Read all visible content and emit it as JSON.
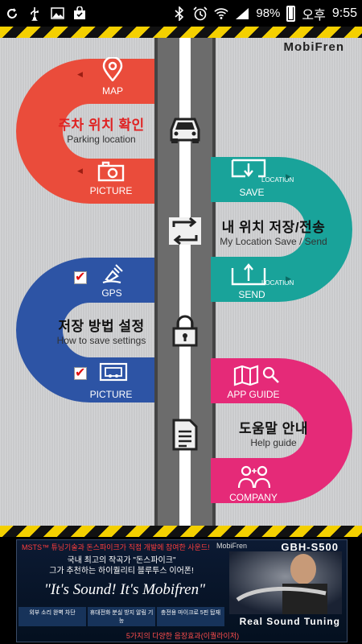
{
  "status_bar": {
    "battery": "98%",
    "ampm": "오후",
    "time": "9:55"
  },
  "brand": {
    "logo": "MobiFren"
  },
  "menu": {
    "parking": {
      "top_label": "MAP",
      "title_kr": "주차 위치 확인",
      "title_en": "Parking location",
      "bottom_label": "PICTURE",
      "color": "#ea4c3b"
    },
    "location": {
      "top_label": "SAVE",
      "top_sub": "LOCATION",
      "title_kr": "내 위치 저장/전송",
      "title_en": "My Location Save / Send",
      "bottom_label": "SEND",
      "bottom_sub": "LOCATION",
      "color": "#19a39a"
    },
    "save_method": {
      "top_label": "GPS",
      "title_kr": "저장 방법 설정",
      "title_en": "How to save settings",
      "bottom_label": "PICTURE",
      "color": "#2d54a5"
    },
    "help": {
      "top_label": "APP GUIDE",
      "title_kr": "도움말 안내",
      "title_en": "Help guide",
      "bottom_label": "COMPANY",
      "color": "#e52a78"
    }
  },
  "banner": {
    "top_text": "MSTS™ 튜닝기술과 돈스파이크가 직접 개발에 참여한 사운드!",
    "brand": "MobiFren",
    "model": "GBH-S500",
    "copy_line1": "국내 최고의 작곡가 \"돈스파이크\"",
    "copy_line2": "그가 추천하는 하이퀄리티 블루투스 이어폰!",
    "slogan": "\"It's Sound! It's Mobifren\"",
    "features": [
      "외부 소리 완벽 차단",
      "휴대전화 분실 방지 알림 기능",
      "충전용 마이크로 5핀 탑재"
    ],
    "tagline": "Real Sound Tuning",
    "bottom_text": "5가지의 다양한 음장효과(이퀄라이저)"
  }
}
